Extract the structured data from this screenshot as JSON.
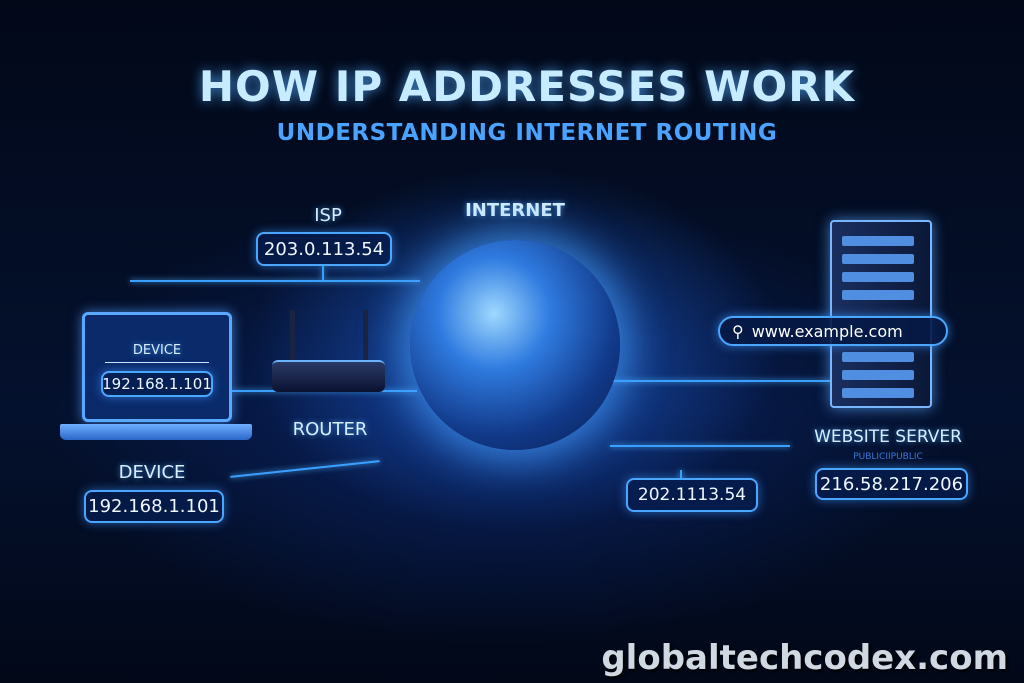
{
  "title": "HOW IP ADDRESSES WORK",
  "subtitle": "UNDERSTANDING INTERNET ROUTING",
  "internet_label": "INTERNET",
  "isp": {
    "label": "ISP",
    "ip": "203.0.113.54"
  },
  "laptop": {
    "label": "DEVICE",
    "ip": "192.168.1.101"
  },
  "router_label": "ROUTER",
  "device": {
    "label": "DEVICE",
    "ip": "192.168.1.101"
  },
  "public_ip": "202.1113.54",
  "search": {
    "url": "www.example.com"
  },
  "server": {
    "label": "WEBSITE SERVER",
    "sublabel": "PUBLICIIPUBLIC",
    "ip": "216.58.217.206"
  },
  "watermark": "globaltechcodex.com"
}
